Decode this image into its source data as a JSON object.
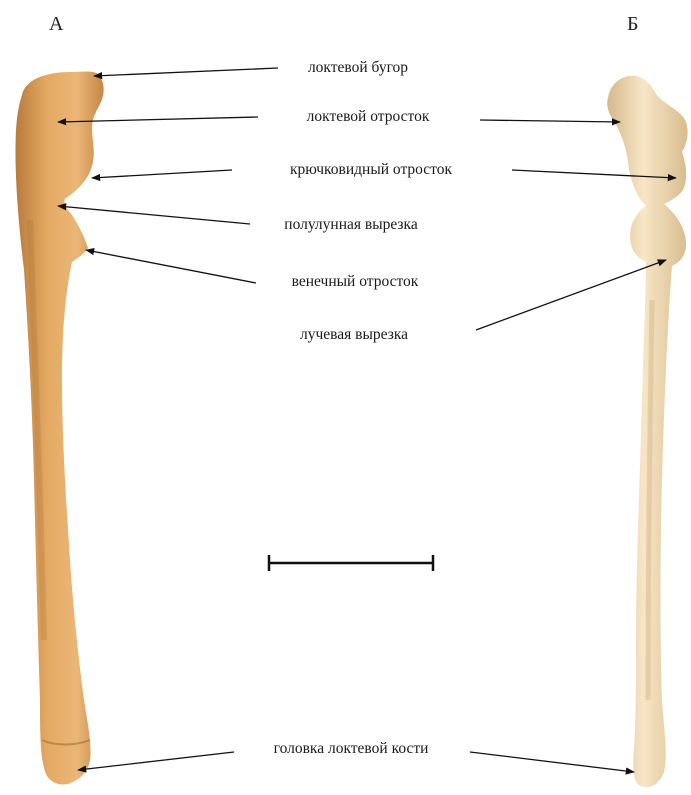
{
  "panels": {
    "left": "А",
    "right": "Б"
  },
  "labels": {
    "olecranon_tuber": "локтевой бугор",
    "olecranon": "локтевой отросток",
    "hooked_process": "крючковидный отросток",
    "semilunar_notch": "полулунная вырезка",
    "coronoid": "венечный отросток",
    "radial_notch": "лучевая вырезка",
    "head": "головка локтевой кости"
  },
  "colors": {
    "bone_a": "#e0a55f",
    "bone_a_shadow": "#b87a3a",
    "bone_b": "#f2dcb4",
    "bone_b_shadow": "#cfb084",
    "line": "#111111"
  }
}
